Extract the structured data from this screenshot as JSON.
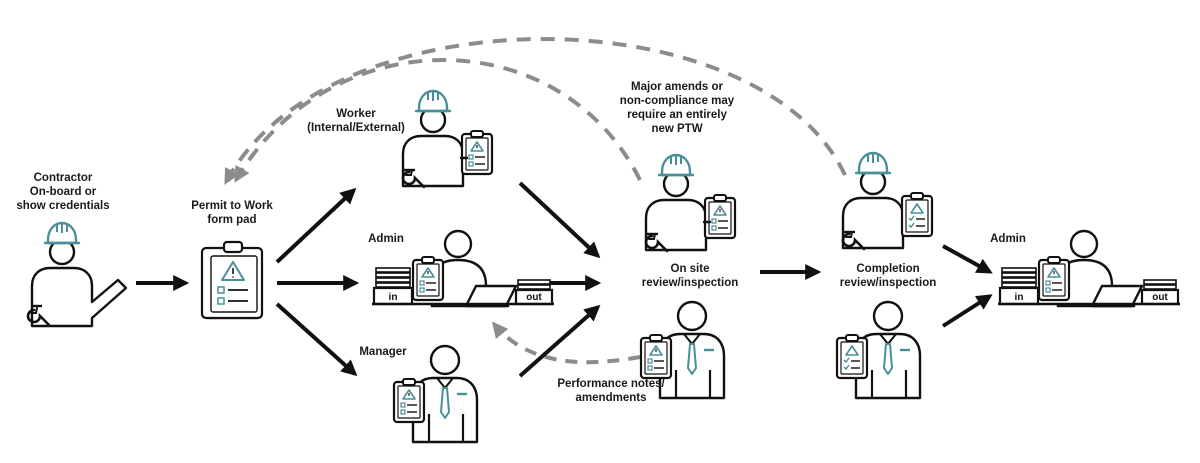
{
  "labels": {
    "contractor": [
      "Contractor",
      "On-board or",
      "show credentials"
    ],
    "permit": [
      "Permit to Work",
      "form pad"
    ],
    "worker": [
      "Worker",
      "(Internal/External)"
    ],
    "admin_left": [
      "Admin"
    ],
    "manager": [
      "Manager"
    ],
    "major": [
      "Major amends or",
      "non-compliance may",
      "require an entirely",
      "new PTW"
    ],
    "onsite": [
      "On site",
      "review/inspection"
    ],
    "completion": [
      "Completion",
      "review/inspection"
    ],
    "admin_right": [
      "Admin"
    ],
    "performance": [
      "Performance notes/",
      "amendments"
    ]
  },
  "tray_labels": {
    "in": "in",
    "out": "out"
  },
  "colors": {
    "line": "#111111",
    "accent": "#4a8f98",
    "dashed": "#8c8c8c"
  }
}
